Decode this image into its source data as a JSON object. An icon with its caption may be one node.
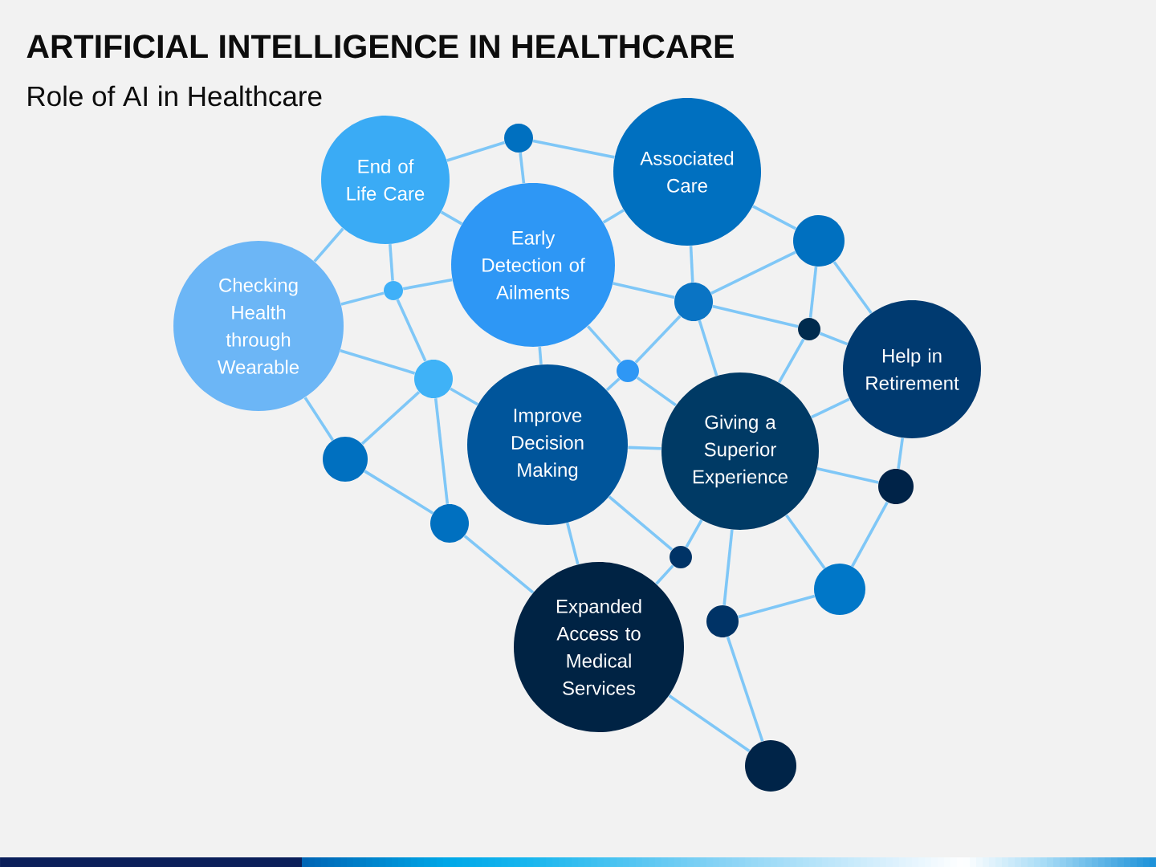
{
  "diagram": {
    "title": "ARTIFICIAL INTELLIGENCE IN HEALTHCARE",
    "nodes": [
      {
        "text": [
          "End of Life Care"
        ]
      },
      {
        "text": [
          "Associated Care"
        ]
      },
      {
        "text": [
          "Early Detection of Ailments"
        ]
      },
      {
        "text": [
          "Checking Health through Wearable"
        ]
      },
      {
        "text": [
          "Help in Retirement"
        ]
      },
      {
        "text": [
          "Improve Decision Making"
        ]
      },
      {
        "text": [
          "Giving a Superior Experience"
        ]
      },
      {
        "text": [
          "Expanded Access to Medical Services"
        ]
      },
      {
        "text": [],
        "shape": "circle"
      },
      {
        "text": [],
        "shape": "circle"
      },
      {
        "text": [],
        "shape": "circle"
      },
      {
        "text": [],
        "shape": "circle"
      },
      {
        "text": [],
        "shape": "circle"
      },
      {
        "text": [],
        "shape": "circle"
      },
      {
        "text": [],
        "shape": "circle"
      },
      {
        "text": [],
        "shape": "circle"
      },
      {
        "text": [],
        "shape": "circle"
      },
      {
        "text": [],
        "shape": "circle"
      },
      {
        "text": [],
        "shape": "circle"
      },
      {
        "text": [],
        "shape": "circle"
      },
      {
        "text": [],
        "shape": "circle"
      },
      {
        "text": [],
        "shape": "circle"
      }
    ],
    "edges": [
      {
        "from": 0,
        "to": 8,
        "arrow": "none"
      },
      {
        "from": 0,
        "to": 2,
        "arrow": "none"
      },
      {
        "from": 0,
        "to": 3,
        "arrow": "none"
      },
      {
        "from": 0,
        "to": 11,
        "arrow": "none"
      },
      {
        "from": 3,
        "to": 11,
        "arrow": "none"
      },
      {
        "from": 11,
        "to": 2,
        "arrow": "none"
      },
      {
        "from": 11,
        "to": 14,
        "arrow": "none"
      },
      {
        "from": 3,
        "to": 14,
        "arrow": "none"
      },
      {
        "from": 14,
        "to": 5,
        "arrow": "none"
      },
      {
        "from": 3,
        "to": 15,
        "arrow": "none"
      },
      {
        "from": 14,
        "to": 15,
        "arrow": "none"
      },
      {
        "from": 14,
        "to": 16,
        "arrow": "none"
      },
      {
        "from": 15,
        "to": 16,
        "arrow": "none"
      },
      {
        "from": 16,
        "to": 7,
        "arrow": "none"
      },
      {
        "from": 8,
        "to": 1,
        "arrow": "none"
      },
      {
        "from": 8,
        "to": 2,
        "arrow": "none"
      },
      {
        "from": 2,
        "to": 1,
        "arrow": "none"
      },
      {
        "from": 1,
        "to": 10,
        "arrow": "none"
      },
      {
        "from": 1,
        "to": 9,
        "arrow": "none"
      },
      {
        "from": 9,
        "to": 10,
        "arrow": "none"
      },
      {
        "from": 9,
        "to": 12,
        "arrow": "none"
      },
      {
        "from": 9,
        "to": 4,
        "arrow": "none"
      },
      {
        "from": 10,
        "to": 2,
        "arrow": "none"
      },
      {
        "from": 10,
        "to": 12,
        "arrow": "none"
      },
      {
        "from": 12,
        "to": 4,
        "arrow": "none"
      },
      {
        "from": 12,
        "to": 6,
        "arrow": "none"
      },
      {
        "from": 10,
        "to": 13,
        "arrow": "none"
      },
      {
        "from": 10,
        "to": 6,
        "arrow": "none"
      },
      {
        "from": 2,
        "to": 13,
        "arrow": "none"
      },
      {
        "from": 13,
        "to": 5,
        "arrow": "none"
      },
      {
        "from": 13,
        "to": 6,
        "arrow": "none"
      },
      {
        "from": 2,
        "to": 5,
        "arrow": "none"
      },
      {
        "from": 5,
        "to": 6,
        "arrow": "none"
      },
      {
        "from": 5,
        "to": 17,
        "arrow": "none"
      },
      {
        "from": 5,
        "to": 7,
        "arrow": "none"
      },
      {
        "from": 17,
        "to": 6,
        "arrow": "none"
      },
      {
        "from": 17,
        "to": 7,
        "arrow": "none"
      },
      {
        "from": 6,
        "to": 4,
        "arrow": "none"
      },
      {
        "from": 6,
        "to": 18,
        "arrow": "none"
      },
      {
        "from": 4,
        "to": 18,
        "arrow": "none"
      },
      {
        "from": 18,
        "to": 19,
        "arrow": "none"
      },
      {
        "from": 6,
        "to": 19,
        "arrow": "none"
      },
      {
        "from": 6,
        "to": 20,
        "arrow": "none"
      },
      {
        "from": 20,
        "to": 19,
        "arrow": "none"
      },
      {
        "from": 20,
        "to": 21,
        "arrow": "none"
      },
      {
        "from": 7,
        "to": 21,
        "arrow": "none"
      }
    ],
    "labels": [
      "Role of AI in Healthcare"
    ]
  }
}
